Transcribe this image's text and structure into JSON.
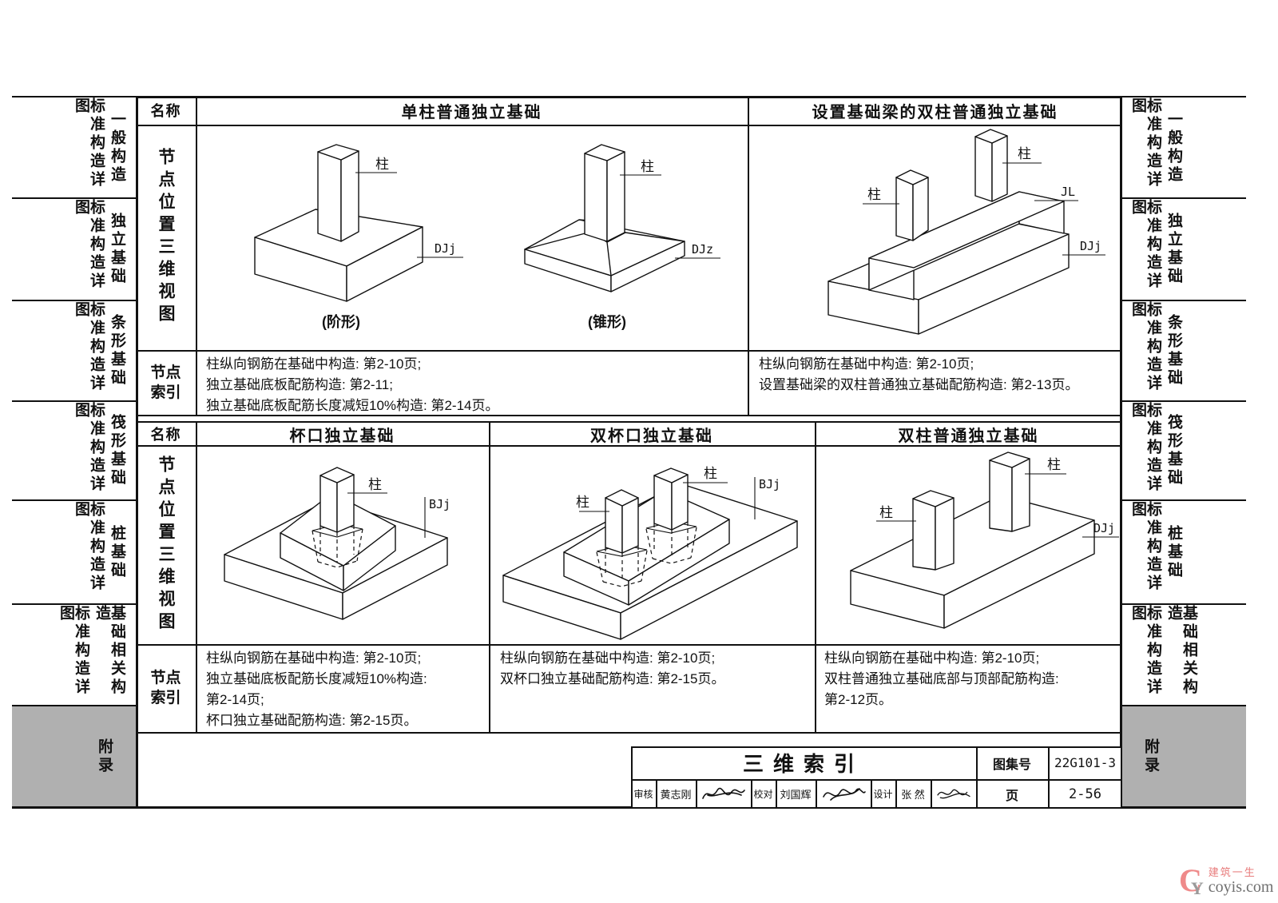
{
  "sidebar": {
    "sections": [
      {
        "group": "标准构造详图",
        "label": "一般构造"
      },
      {
        "group": "标准构造详图",
        "label": "独立基础"
      },
      {
        "group": "标准构造详图",
        "label": "条形基础"
      },
      {
        "group": "标准构造详图",
        "label": "筏形基础"
      },
      {
        "group": "标准构造详图",
        "label": "桩基础"
      },
      {
        "group": "标准构造详图",
        "label": "基础相关构造"
      }
    ],
    "appendix": "附录"
  },
  "t1": {
    "name_label": "名称",
    "view_label": "节点位置三维视图",
    "index_label": "节点索引",
    "col1": "单柱普通独立基础",
    "col2": "设置基础梁的双柱普通独立基础",
    "d1": {
      "col": "柱",
      "code": "DJj",
      "caption": "(阶形)"
    },
    "d2": {
      "col": "柱",
      "code": "DJz",
      "caption": "(锥形)"
    },
    "d3": {
      "col_left": "柱",
      "col_right": "柱",
      "beam": "JL",
      "code": "DJj"
    },
    "idx1": [
      "柱纵向钢筋在基础中构造: 第2-10页;",
      "独立基础底板配筋构造: 第2-11;",
      "独立基础底板配筋长度减短10%构造: 第2-14页。"
    ],
    "idx2": [
      "柱纵向钢筋在基础中构造: 第2-10页;",
      "设置基础梁的双柱普通独立基础配筋构造: 第2-13页。"
    ]
  },
  "t2": {
    "name_label": "名称",
    "view_label": "节点位置三维视图",
    "index_label": "节点索引",
    "col1": "杯口独立基础",
    "col2": "双杯口独立基础",
    "col3": "双柱普通独立基础",
    "d4": {
      "col": "柱",
      "code": "BJj"
    },
    "d5": {
      "col_left": "柱",
      "col_right": "柱",
      "code": "BJj"
    },
    "d6": {
      "col_left": "柱",
      "col_right": "柱",
      "code": "DJj"
    },
    "idx1": [
      "柱纵向钢筋在基础中构造: 第2-10页;",
      "独立基础底板配筋长度减短10%构造:",
      "第2-14页;",
      "杯口独立基础配筋构造: 第2-15页。"
    ],
    "idx2": [
      "柱纵向钢筋在基础中构造: 第2-10页;",
      "双杯口独立基础配筋构造: 第2-15页。"
    ],
    "idx3": [
      "柱纵向钢筋在基础中构造: 第2-10页;",
      "双柱普通独立基础底部与顶部配筋构造:",
      "第2-12页。"
    ]
  },
  "titleblock": {
    "title": "三维索引",
    "atlas_label": "图集号",
    "atlas_no": "22G101-3",
    "page_label": "页",
    "page_no": "2-56",
    "reviewer_label": "审核",
    "reviewer": "黄志刚",
    "checker_label": "校对",
    "checker": "刘国辉",
    "designer_label": "设计",
    "designer": "张 然"
  },
  "watermark": {
    "logo_c": "C",
    "logo_y": "Y",
    "brand": "建筑一生",
    "site": "coyis.com"
  }
}
